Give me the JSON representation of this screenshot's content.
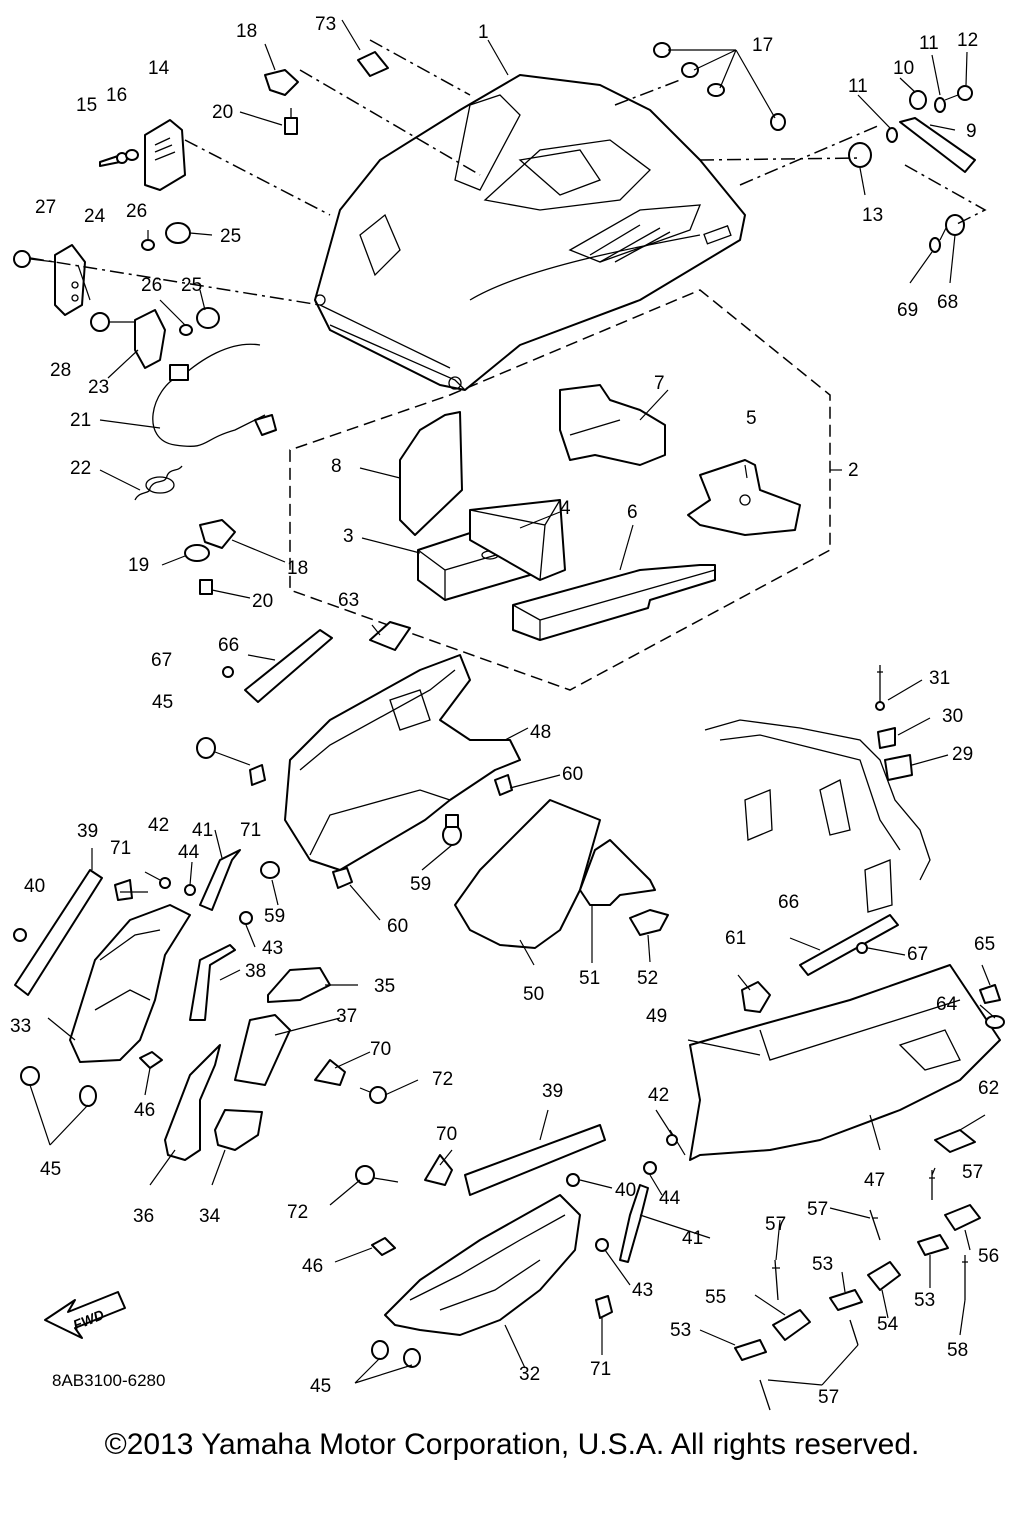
{
  "diagram": {
    "code": "8AB3100-6280",
    "direction_label": "FWD",
    "copyright": "©2013 Yamaha Motor Corporation, U.S.A. All rights reserved."
  },
  "callouts": [
    {
      "id": "c1",
      "text": "1"
    },
    {
      "id": "c2",
      "text": "2"
    },
    {
      "id": "c3",
      "text": "3"
    },
    {
      "id": "c4",
      "text": "4"
    },
    {
      "id": "c5",
      "text": "5"
    },
    {
      "id": "c6",
      "text": "6"
    },
    {
      "id": "c7",
      "text": "7"
    },
    {
      "id": "c8",
      "text": "8"
    },
    {
      "id": "c9",
      "text": "9"
    },
    {
      "id": "c10",
      "text": "10"
    },
    {
      "id": "c11a",
      "text": "11"
    },
    {
      "id": "c11b",
      "text": "11"
    },
    {
      "id": "c12",
      "text": "12"
    },
    {
      "id": "c13",
      "text": "13"
    },
    {
      "id": "c14",
      "text": "14"
    },
    {
      "id": "c15",
      "text": "15"
    },
    {
      "id": "c16",
      "text": "16"
    },
    {
      "id": "c17",
      "text": "17"
    },
    {
      "id": "c18a",
      "text": "18"
    },
    {
      "id": "c18b",
      "text": "18"
    },
    {
      "id": "c19",
      "text": "19"
    },
    {
      "id": "c20a",
      "text": "20"
    },
    {
      "id": "c20b",
      "text": "20"
    },
    {
      "id": "c21",
      "text": "21"
    },
    {
      "id": "c22",
      "text": "22"
    },
    {
      "id": "c23",
      "text": "23"
    },
    {
      "id": "c24",
      "text": "24"
    },
    {
      "id": "c25a",
      "text": "25"
    },
    {
      "id": "c25b",
      "text": "25"
    },
    {
      "id": "c26a",
      "text": "26"
    },
    {
      "id": "c26b",
      "text": "26"
    },
    {
      "id": "c27",
      "text": "27"
    },
    {
      "id": "c28",
      "text": "28"
    },
    {
      "id": "c29",
      "text": "29"
    },
    {
      "id": "c30",
      "text": "30"
    },
    {
      "id": "c31",
      "text": "31"
    },
    {
      "id": "c32",
      "text": "32"
    },
    {
      "id": "c33",
      "text": "33"
    },
    {
      "id": "c34",
      "text": "34"
    },
    {
      "id": "c35",
      "text": "35"
    },
    {
      "id": "c36",
      "text": "36"
    },
    {
      "id": "c37",
      "text": "37"
    },
    {
      "id": "c38",
      "text": "38"
    },
    {
      "id": "c39a",
      "text": "39"
    },
    {
      "id": "c39b",
      "text": "39"
    },
    {
      "id": "c40a",
      "text": "40"
    },
    {
      "id": "c40b",
      "text": "40"
    },
    {
      "id": "c41a",
      "text": "41"
    },
    {
      "id": "c41b",
      "text": "41"
    },
    {
      "id": "c42a",
      "text": "42"
    },
    {
      "id": "c42b",
      "text": "42"
    },
    {
      "id": "c43a",
      "text": "43"
    },
    {
      "id": "c43b",
      "text": "43"
    },
    {
      "id": "c44a",
      "text": "44"
    },
    {
      "id": "c44b",
      "text": "44"
    },
    {
      "id": "c45a",
      "text": "45"
    },
    {
      "id": "c45b",
      "text": "45"
    },
    {
      "id": "c45c",
      "text": "45"
    },
    {
      "id": "c46a",
      "text": "46"
    },
    {
      "id": "c46b",
      "text": "46"
    },
    {
      "id": "c47",
      "text": "47"
    },
    {
      "id": "c48",
      "text": "48"
    },
    {
      "id": "c49",
      "text": "49"
    },
    {
      "id": "c50",
      "text": "50"
    },
    {
      "id": "c51",
      "text": "51"
    },
    {
      "id": "c52",
      "text": "52"
    },
    {
      "id": "c53a",
      "text": "53"
    },
    {
      "id": "c53b",
      "text": "53"
    },
    {
      "id": "c53c",
      "text": "53"
    },
    {
      "id": "c54",
      "text": "54"
    },
    {
      "id": "c55",
      "text": "55"
    },
    {
      "id": "c56",
      "text": "56"
    },
    {
      "id": "c57a",
      "text": "57"
    },
    {
      "id": "c57b",
      "text": "57"
    },
    {
      "id": "c57c",
      "text": "57"
    },
    {
      "id": "c57d",
      "text": "57"
    },
    {
      "id": "c58",
      "text": "58"
    },
    {
      "id": "c59a",
      "text": "59"
    },
    {
      "id": "c59b",
      "text": "59"
    },
    {
      "id": "c60a",
      "text": "60"
    },
    {
      "id": "c60b",
      "text": "60"
    },
    {
      "id": "c61",
      "text": "61"
    },
    {
      "id": "c62",
      "text": "62"
    },
    {
      "id": "c63",
      "text": "63"
    },
    {
      "id": "c64",
      "text": "64"
    },
    {
      "id": "c65",
      "text": "65"
    },
    {
      "id": "c66a",
      "text": "66"
    },
    {
      "id": "c66b",
      "text": "66"
    },
    {
      "id": "c67a",
      "text": "67"
    },
    {
      "id": "c67b",
      "text": "67"
    },
    {
      "id": "c68",
      "text": "68"
    },
    {
      "id": "c69",
      "text": "69"
    },
    {
      "id": "c70a",
      "text": "70"
    },
    {
      "id": "c70b",
      "text": "70"
    },
    {
      "id": "c71a",
      "text": "71"
    },
    {
      "id": "c71b",
      "text": "71"
    },
    {
      "id": "c71c",
      "text": "71"
    },
    {
      "id": "c72a",
      "text": "72"
    },
    {
      "id": "c72b",
      "text": "72"
    },
    {
      "id": "c73",
      "text": "73"
    }
  ]
}
